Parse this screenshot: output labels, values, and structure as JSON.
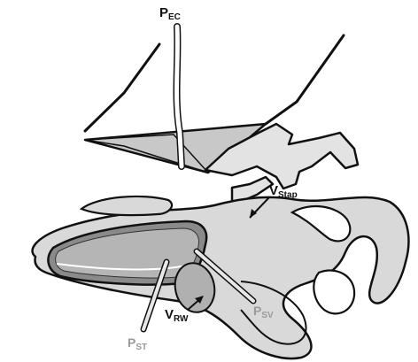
{
  "labels": {
    "pec": {
      "main": "P",
      "sub": "EC"
    },
    "vstap": {
      "main": "V",
      "sub": "Stap"
    },
    "vrw": {
      "main": "V",
      "sub": "RW"
    },
    "psv": {
      "main": "P",
      "sub": "SV"
    },
    "pst": {
      "main": "P",
      "sub": "ST"
    }
  },
  "colors": {
    "outline": "#111111",
    "body_fill": "#d9d9d9",
    "cone_fill": "#c8c8c8",
    "grey_label": "#9a9a9a",
    "black_label": "#111111"
  }
}
